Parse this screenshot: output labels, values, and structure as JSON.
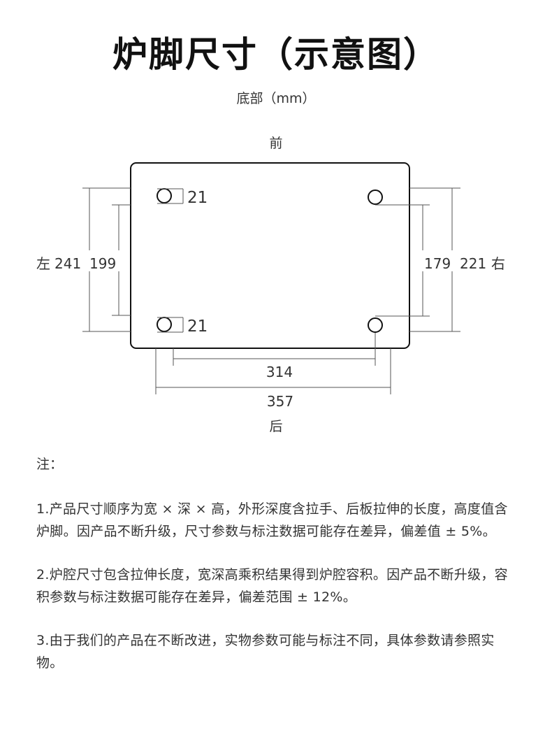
{
  "title": "炉脚尺寸（示意图）",
  "subtitle": "底部（mm）",
  "diagram": {
    "front_label": "前",
    "back_label": "后",
    "left_label": "左",
    "right_label": "右",
    "left_outer": "241",
    "left_inner": "199",
    "right_inner": "179",
    "right_outer": "221",
    "foot_top_left": "21",
    "foot_bottom_left": "21",
    "bottom_inner": "314",
    "bottom_outer": "357"
  },
  "notes": {
    "label": "注：",
    "items": [
      "1.产品尺寸顺序为宽 × 深 × 高，外形深度含拉手、后板拉伸的长度，高度值含炉脚。因产品不断升级，尺寸参数与标注数据可能存在差异，偏差值 ± 5%。",
      "2.炉腔尺寸包含拉伸长度，宽深高乘积结果得到炉腔容积。因产品不断升级，容积参数与标注数据可能存在差异，偏差范围 ± 12%。",
      "3.由于我们的产品在不断改进，实物参数可能与标注不同，具体参数请参照实物。"
    ]
  }
}
